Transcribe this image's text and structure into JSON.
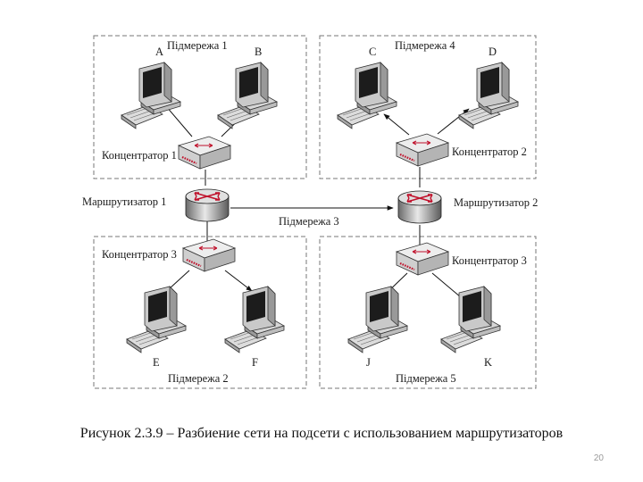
{
  "colors": {
    "accent": "#c0102a",
    "device": "#e4e4e4",
    "monitor_screen": "#1c1c1c"
  },
  "subnets": {
    "s1": "Підмережа 1",
    "s2": "Підмережа 2",
    "s3": "Підмережа  3",
    "s4": "Підмережа  4",
    "s5": "Підмережа 5"
  },
  "hosts": {
    "A": "A",
    "B": "B",
    "C": "C",
    "D": "D",
    "E": "E",
    "F": "F",
    "J": "J",
    "K": "K"
  },
  "devices": {
    "hub1": "Концентратор 1",
    "hub2": "Концентратор 2",
    "hub3_left": "Концентратор 3",
    "hub3_right": "Концентратор 3",
    "router1": "Маршрутизатор 1",
    "router2": "Маршрутизатор 2"
  },
  "caption": "Рисунок 2.3.9 –  Разбиение сети на подсети с использованием маршрутизаторов",
  "page_number": "20"
}
